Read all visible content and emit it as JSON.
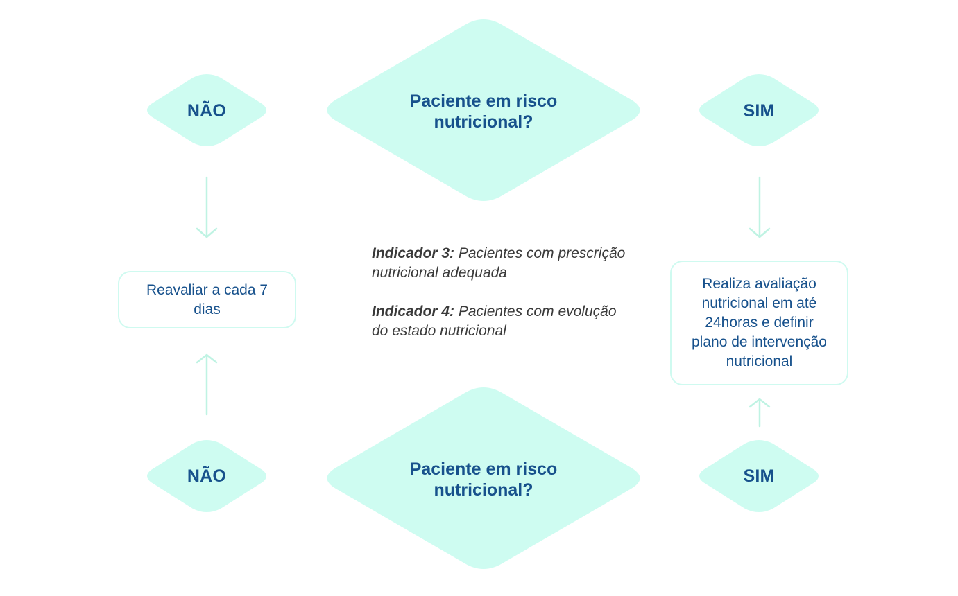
{
  "flowchart": {
    "top_question": "Paciente em risco nutricional?",
    "bottom_question": "Paciente em risco nutricional?",
    "top_no": "NÃO",
    "top_yes": "SIM",
    "bottom_no": "NÃO",
    "bottom_yes": "SIM",
    "reassess_box": "Reavaliar a cada 7 dias",
    "assessment_box": "Realiza avaliação nutricional em até 24horas e definir plano de intervenção nutricional"
  },
  "indicators": [
    {
      "label": "Indicador 3:",
      "text": "Pacientes com prescrição nutricional adequada"
    },
    {
      "label": "Indicador 4:",
      "text": "Pacientes com evolução do estado nutricional"
    }
  ],
  "colors": {
    "shape_fill": "#cefcf1",
    "arrow": "#bff3e3",
    "text_primary": "#17518c",
    "text_secondary": "#3a3a3a"
  }
}
